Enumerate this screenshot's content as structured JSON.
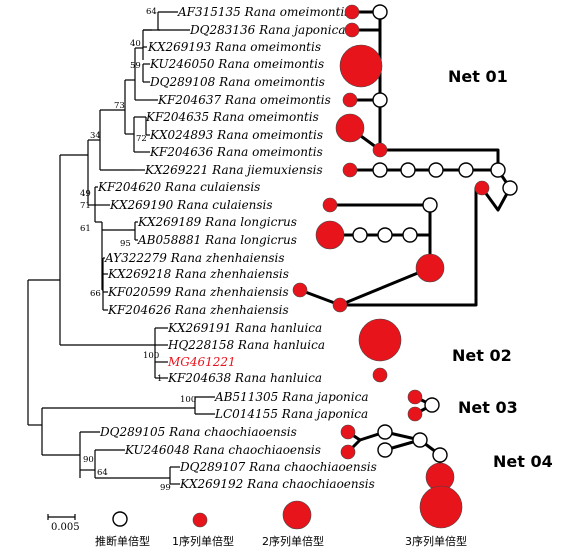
{
  "taxa": [
    "AF315135 Rana omeimontis",
    "DQ283136 Rana japonica",
    "KX269193 Rana omeimontis",
    "KU246050 Rana omeimontis",
    "DQ289108 Rana omeimontis",
    "KF204637 Rana omeimontis",
    "KF204635 Rana omeimontis",
    "KX024893 Rana omeimontis",
    "KF204636 Rana omeimontis",
    "KX269221 Rana jiemuxiensis",
    "KF204620 Rana culaiensis",
    "KX269190 Rana culaiensis",
    "KX269189 Rana longicrus",
    "AB058881 Rana longicrus",
    "AY322279 Rana zhenhaiensis",
    "KX269218 Rana zhenhaiensis",
    "KF020599 Rana zhenhaiensis",
    "KF204626 Rana zhenhaiensis",
    "KX269191 Rana hanluica",
    "HQ228158 Rana hanluica",
    "MG461221",
    "KF204638 Rana hanluica",
    "AB511305 Rana japonica",
    "LC014155 Rana japonica",
    "DQ289105 Rana chaochiaoensis",
    "KU246048 Rana chaochiaoensis",
    "DQ289107 Rana chaochiaoensis",
    "KX269192 Rana chaochiaoensis"
  ],
  "highlight_taxon": "MG461221",
  "highlight_color": "#e8141c",
  "bootstrap": [
    "64",
    "40",
    "59",
    "73",
    "34",
    "72",
    "49",
    "71",
    "61",
    "95",
    "66",
    "100",
    "1",
    "100",
    "90",
    "64",
    "99"
  ],
  "networks": [
    "Net 01",
    "Net 02",
    "Net 03",
    "Net 04"
  ],
  "scale_bar": "0.005",
  "legend": {
    "inferred": "推断单倍型",
    "one_seq": "1序列单倍型",
    "two_seq": "2序列单倍型",
    "three_seq": "3序列单倍型"
  },
  "colors": {
    "haplotype": "#e8141c",
    "line": "#000000"
  }
}
